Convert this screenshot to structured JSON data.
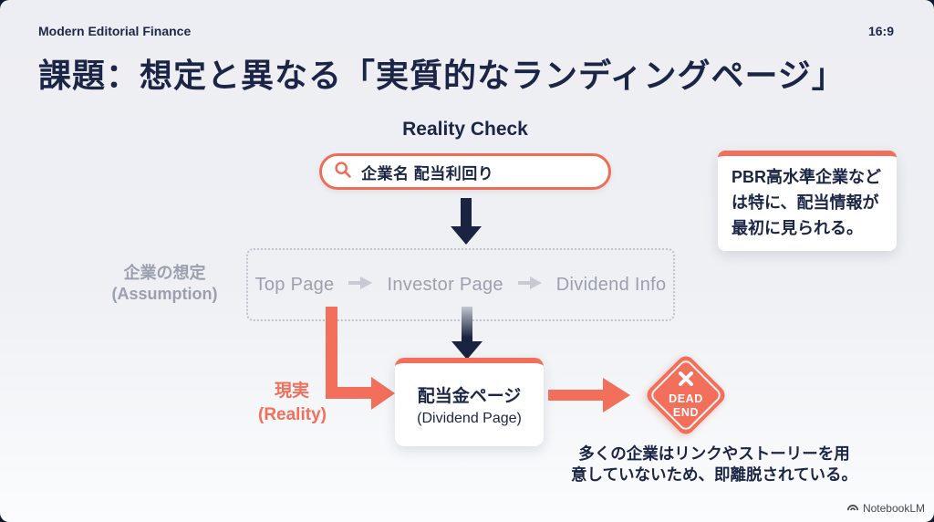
{
  "header": {
    "brand": "Modern Editorial Finance",
    "aspect_ratio": "16:9"
  },
  "title": "課題：想定と異なる「実質的なランディングページ」",
  "reality_check": {
    "heading": "Reality Check",
    "search_query": "企業名 配当利回り"
  },
  "assumption": {
    "label_ja": "企業の想定",
    "label_en": "(Assumption)",
    "steps": [
      "Top Page",
      "Investor Page",
      "Dividend Info"
    ]
  },
  "reality": {
    "label_ja": "現実",
    "label_en": "(Reality)"
  },
  "dividend_card": {
    "title_ja": "配当金ページ",
    "title_en": "(Dividend Page)"
  },
  "dead_end": {
    "line1": "DEAD",
    "line2": "END"
  },
  "side_note": {
    "lines": [
      "PBR高水準企業など",
      "は特に、配当情報が",
      "最初に見られる。"
    ]
  },
  "bottom_note": {
    "lines": [
      "多くの企業はリンクやストーリーを用",
      "意していないため、即離脱されている。"
    ]
  },
  "footer": {
    "logo_text": "NotebookLM"
  },
  "colors": {
    "navy": "#1b2545",
    "accent_orange": "#f2705b",
    "muted_gray": "#9aa0ad",
    "slide_bg": "#eff0f4"
  },
  "icons": {
    "search": "magnifier-icon",
    "dead_end": "x-mark-icon",
    "flow_step": "right-arrow-icon",
    "flow_down": "down-arrow-icon",
    "footer_logo": "notebooklm-logo-icon"
  }
}
